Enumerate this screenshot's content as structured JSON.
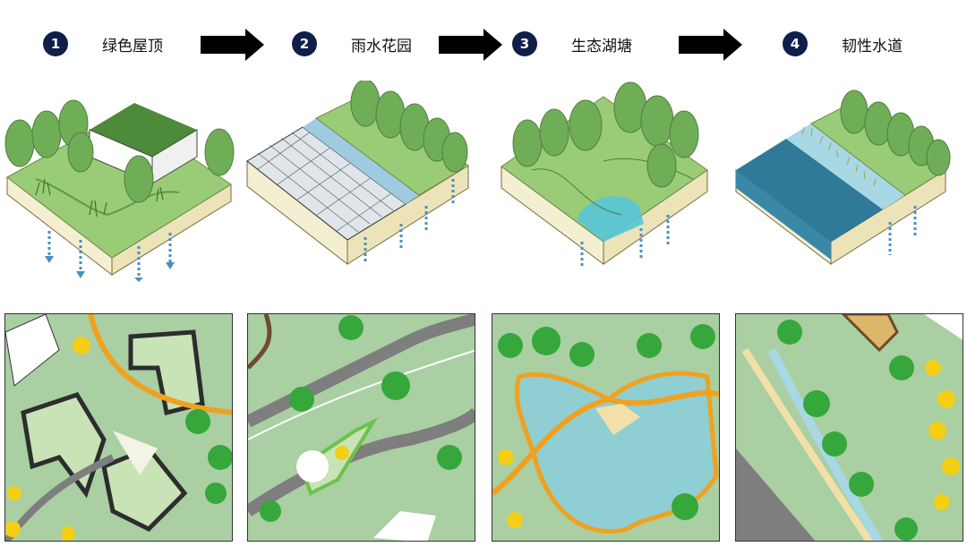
{
  "steps": [
    {
      "number": "1",
      "label": "绿色屋顶"
    },
    {
      "number": "2",
      "label": "雨水花园"
    },
    {
      "number": "3",
      "label": "生态湖塘"
    },
    {
      "number": "4",
      "label": "韧性水道"
    }
  ],
  "colors": {
    "badge": "#0f1f4a",
    "grass": "#8fc26e",
    "tree": "#6fae57",
    "soil": "#f4efd0",
    "water": "#4d93b3",
    "infiltration_arrow": "#4a8fc4",
    "path": "#f0a11e",
    "road": "#7e7e7e",
    "building": "#c8e3b5",
    "yellow_tree": "#f4cf16"
  },
  "icons": {
    "flow_arrow": "right-arrow-icon",
    "infiltration": "dashed-down-arrow-icon"
  }
}
